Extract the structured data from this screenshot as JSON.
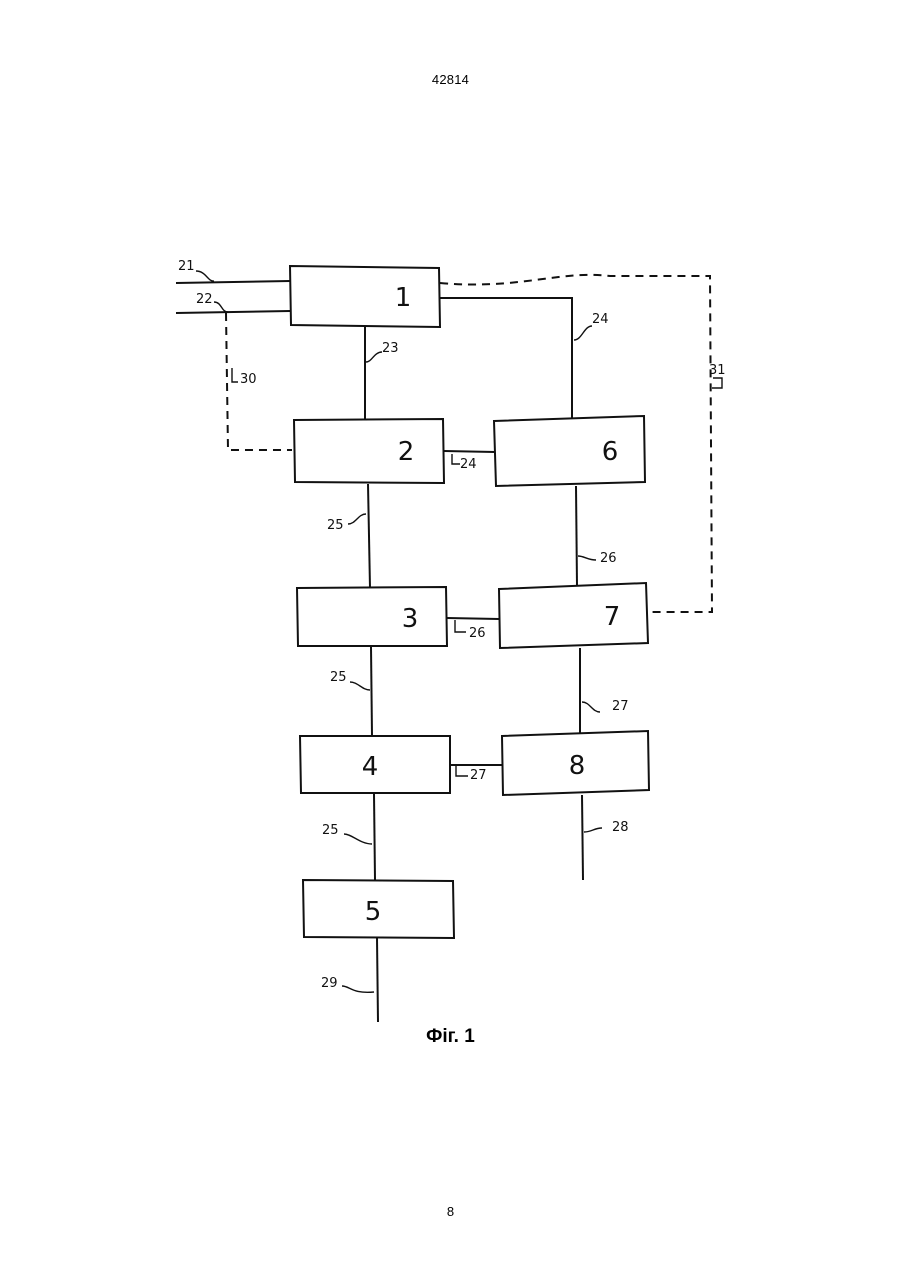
{
  "header": {
    "doc_number": "42814"
  },
  "footer": {
    "page_number": "8"
  },
  "figure": {
    "caption": "Фіг. 1",
    "blocks": [
      {
        "id": "1",
        "label": "1"
      },
      {
        "id": "2",
        "label": "2"
      },
      {
        "id": "3",
        "label": "3"
      },
      {
        "id": "4",
        "label": "4"
      },
      {
        "id": "5",
        "label": "5"
      },
      {
        "id": "6",
        "label": "6"
      },
      {
        "id": "7",
        "label": "7"
      },
      {
        "id": "8",
        "label": "8"
      }
    ],
    "refs": {
      "r21": "21",
      "r22": "22",
      "r23": "23",
      "r24a": "24",
      "r24b": "24",
      "r25a": "25",
      "r25b": "25",
      "r25c": "25",
      "r26a": "26",
      "r26b": "26",
      "r27a": "27",
      "r27b": "27",
      "r28": "28",
      "r29": "29",
      "r30": "30",
      "r31": "31"
    }
  }
}
